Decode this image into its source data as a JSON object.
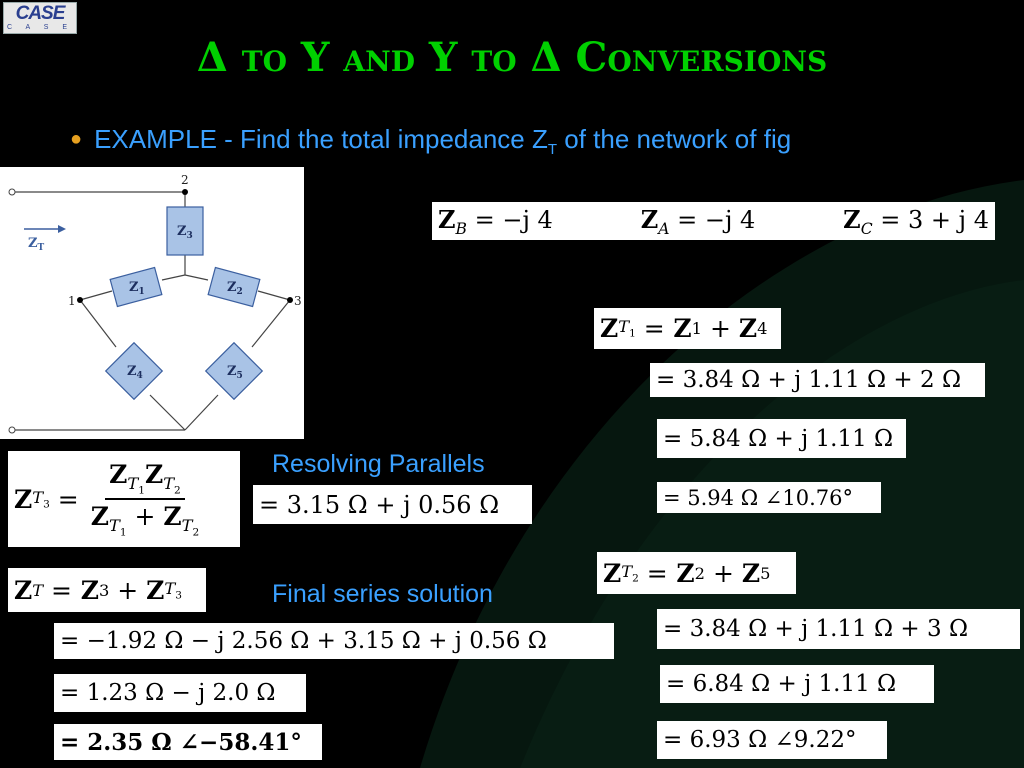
{
  "logo": {
    "main": "CASE",
    "sub": "C A S E"
  },
  "title": "Δ to Y and Y to Δ Conversions",
  "bullet": {
    "text": "EXAMPLE - Find the total impedance Z",
    "sub": "T",
    "tail": " of the network of fig"
  },
  "circuit": {
    "node_2": "2",
    "node_1": "1",
    "node_3": "3",
    "zt": "Z",
    "zt_sub": "T",
    "z3": "Z",
    "z3_sub": "3",
    "z1": "Z",
    "z1_sub": "1",
    "z2": "Z",
    "z2_sub": "2",
    "z4": "Z",
    "z4_sub": "4",
    "z5": "Z",
    "z5_sub": "5"
  },
  "given": {
    "zb": "Z",
    "zb_sub": "B",
    "zb_val": " = −j 4",
    "za": "Z",
    "za_sub": "A",
    "za_val": " = −j 4",
    "zc": "Z",
    "zc_sub": "C",
    "zc_val": " = 3 + j 4"
  },
  "zt1": {
    "head_l": "Z",
    "head_sub": "T",
    "head_subsub": "1",
    "head_r": " = Z",
    "head_r_sub": "1",
    "head_plus": " + Z",
    "head_plus_sub": "4",
    "line1": "= 3.84 Ω + j 1.11 Ω + 2 Ω",
    "line2": "= 5.84 Ω + j 1.11 Ω",
    "line3": "= 5.94 Ω ∠10.76°"
  },
  "zt2": {
    "line1": "= 3.84 Ω + j 1.11 Ω + 3 Ω",
    "line2": "= 6.84 Ω + j 1.11 Ω",
    "line3": "= 6.93 Ω ∠9.22°"
  },
  "resolving_label": "Resolving Parallels",
  "zt3_result": "= 3.15 Ω + j 0.56 Ω",
  "final_label": "Final series solution",
  "final": {
    "line1": "= −1.92 Ω − j 2.56 Ω + 3.15 Ω + j 0.56 Ω",
    "line2": "= 1.23 Ω − j 2.0 Ω",
    "line3": "= 2.35 Ω ∠−58.41°"
  },
  "colors": {
    "title": "#00d000",
    "text": "#3aa0ff",
    "bullet": "#e6a020",
    "box_fill": "#a9c3e6",
    "box_stroke": "#3b5f9f"
  }
}
